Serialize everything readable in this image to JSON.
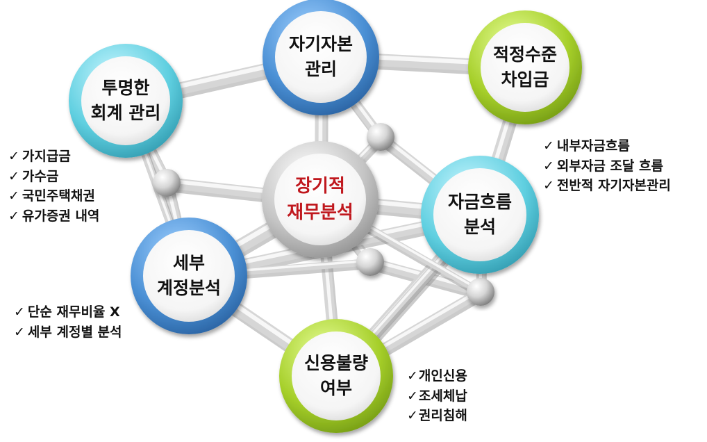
{
  "nodes": {
    "center": {
      "line1": "장기적",
      "line2": "재무분석"
    },
    "top": {
      "line1": "자기자본",
      "line2": "관리"
    },
    "top_left": {
      "line1": "투명한",
      "line2": "회계 관리"
    },
    "top_right": {
      "line1": "적정수준",
      "line2": "차입금"
    },
    "right": {
      "line1": "자금흐름",
      "line2": "분석"
    },
    "left": {
      "line1": "세부",
      "line2": "계정분석"
    },
    "bottom": {
      "line1": "신용불량",
      "line2": "여부"
    }
  },
  "lists": {
    "left_top": [
      "가지급금",
      "가수금",
      "국민주택채권",
      "유가증권 내역"
    ],
    "left_bottom": [
      "단순 재무비율 X",
      "세부 계정별 분석"
    ],
    "right_top": [
      "내부자금흐름",
      "외부자금 조달 흐름",
      "전반적 자기자본관리"
    ],
    "bottom_right": [
      "개인신용",
      "조세체납",
      "권리침해"
    ]
  },
  "check_mark": "✓",
  "colors": {
    "blue_ring": "#4a8fd4",
    "cyan_ring": "#5fcfe0",
    "green_ring": "#a6cf2a",
    "center_ring": "#b9b9b9",
    "center_text": "#c0181e"
  }
}
